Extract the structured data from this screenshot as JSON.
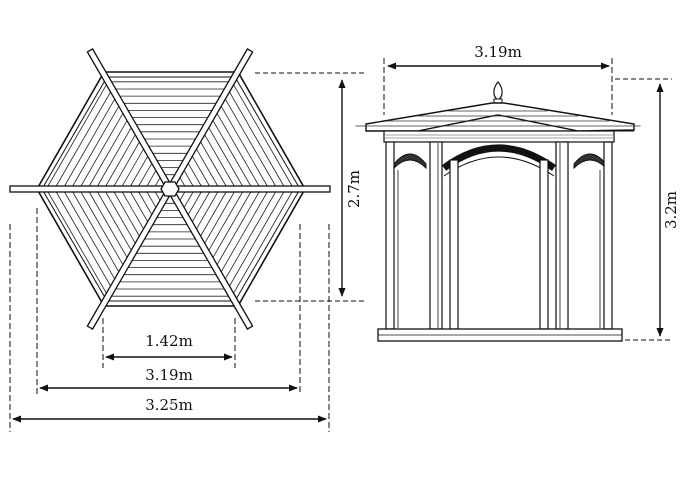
{
  "plan_view": {
    "dim_inner_width": "1.42m",
    "dim_width": "3.19m",
    "dim_overall": "3.25m",
    "dim_depth": "2.7m"
  },
  "elevation_view": {
    "dim_width": "3.19m",
    "dim_height": "3.2m"
  }
}
